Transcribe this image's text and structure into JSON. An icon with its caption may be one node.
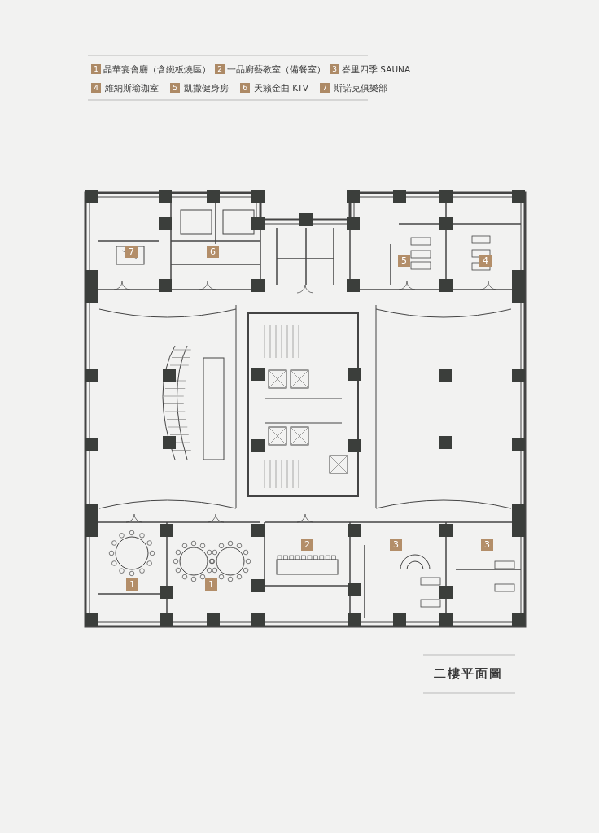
{
  "diagram": {
    "title": "二樓平面圖",
    "labels": [
      "1",
      "晶華宴會廳（含鐵板燒區）",
      "2",
      "一品廚藝教室（備餐室）",
      "3",
      "峇里四季 SAUNA",
      "4",
      "維納斯瑜珈室",
      "5",
      "凱撒健身房",
      "6",
      "天籟金曲 KTV",
      "7",
      "斯諾克俱樂部",
      "7",
      "6",
      "5",
      "4",
      "1",
      "1",
      "2",
      "3",
      "3"
    ]
  }
}
